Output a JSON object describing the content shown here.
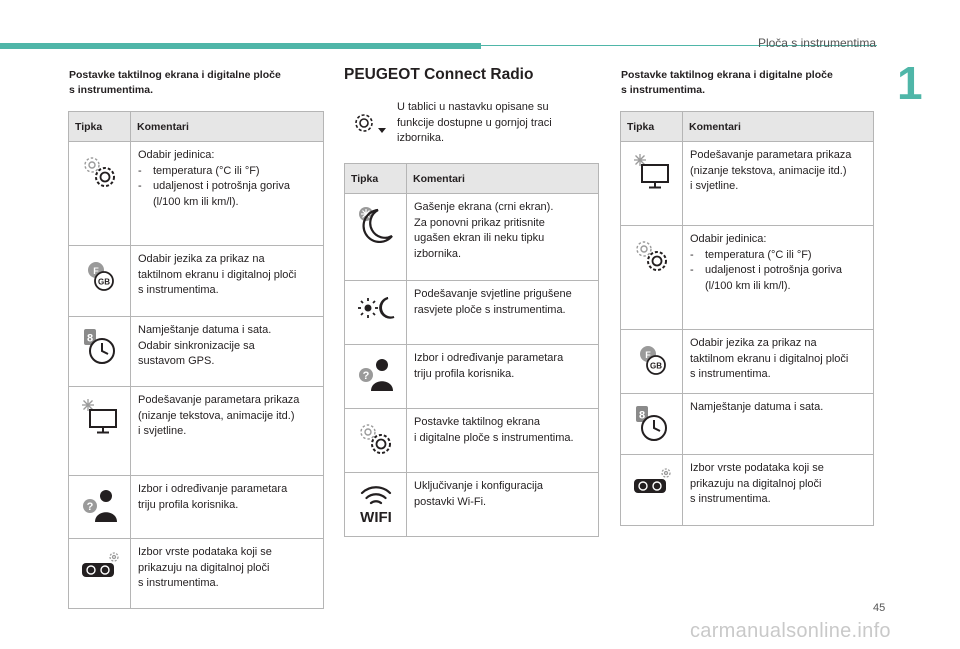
{
  "header": {
    "section_title": "Ploča s instrumentima",
    "chapter": "1",
    "page_number": "45"
  },
  "watermark": "carmanualsonline.info",
  "left": {
    "heading": [
      "Postavke taktilnog ekrana i digitalne ploče",
      "s instrumentima."
    ],
    "table": {
      "col_key": "Tipka",
      "col_comment": "Komentari",
      "rows": [
        {
          "icon": "gear-icon",
          "lines": [
            "Odabir jedinica:"
          ],
          "bullets": [
            "temperatura (°C ili °F)",
            "udaljenost i potrošnja goriva"
          ],
          "cont": "(l/100 km ili km/l)."
        },
        {
          "icon": "language-icon",
          "lines": [
            "Odabir jezika za prikaz na",
            "taktilnom ekranu i digitalnoj ploči",
            "s instrumentima."
          ]
        },
        {
          "icon": "clock-icon",
          "lines": [
            "Namještanje datuma i sata.",
            "Odabir sinkronizacije sa",
            "sustavom GPS."
          ]
        },
        {
          "icon": "display-brightness-icon",
          "lines": [
            "Podešavanje parametara prikaza",
            "(nizanje tekstova, animacije itd.)",
            "i svjetline."
          ]
        },
        {
          "icon": "user-profile-icon",
          "lines": [
            "Izbor i određivanje parametara",
            "triju profila korisnika."
          ]
        },
        {
          "icon": "cluster-data-icon",
          "lines": [
            "Izbor vrste podataka koji se",
            "prikazuju na digitalnoj ploči",
            "s instrumentima."
          ]
        }
      ]
    }
  },
  "middle": {
    "title": "PEUGEOT Connect Radio",
    "intro": [
      "U tablici u nastavku opisane su",
      "funkcije dostupne u gornjoj traci",
      "izbornika."
    ],
    "table": {
      "col_key": "Tipka",
      "col_comment": "Komentari",
      "rows": [
        {
          "icon": "screen-off-icon",
          "lines": [
            "Gašenje ekrana (crni ekran).",
            "Za ponovni prikaz pritisnite",
            "ugašen ekran ili neku tipku",
            "izbornika."
          ]
        },
        {
          "icon": "dimming-icon",
          "lines": [
            "Podešavanje svjetline prigušene",
            "rasvjete ploče s instrumentima."
          ]
        },
        {
          "icon": "user-profile-icon",
          "lines": [
            "Izbor i određivanje parametara",
            "triju profila korisnika."
          ]
        },
        {
          "icon": "gear-icon",
          "lines": [
            "Postavke taktilnog ekrana",
            "i digitalne ploče s instrumentima."
          ]
        },
        {
          "icon": "wifi-icon",
          "lines": [
            "Uključivanje i konfiguracija",
            "postavki Wi-Fi."
          ]
        }
      ]
    }
  },
  "right": {
    "heading": [
      "Postavke taktilnog ekrana i digitalne ploče",
      "s instrumentima."
    ],
    "table": {
      "col_key": "Tipka",
      "col_comment": "Komentari",
      "rows": [
        {
          "icon": "display-brightness-icon",
          "lines": [
            "Podešavanje parametara prikaza",
            "(nizanje tekstova, animacije itd.)",
            "i svjetline."
          ]
        },
        {
          "icon": "gear-icon",
          "lines": [
            "Odabir jedinica:"
          ],
          "bullets": [
            "temperatura (°C ili °F)",
            "udaljenost i potrošnja goriva"
          ],
          "cont": "(l/100 km ili km/l)."
        },
        {
          "icon": "language-icon",
          "lines": [
            "Odabir jezika za prikaz na",
            "taktilnom ekranu i digitalnoj ploči",
            "s instrumentima."
          ]
        },
        {
          "icon": "clock-icon",
          "lines": [
            "Namještanje datuma i sata."
          ]
        },
        {
          "icon": "cluster-data-icon",
          "lines": [
            "Izbor vrste podataka koji se",
            "prikazuju na digitalnoj ploči",
            "s instrumentima."
          ]
        }
      ]
    }
  }
}
